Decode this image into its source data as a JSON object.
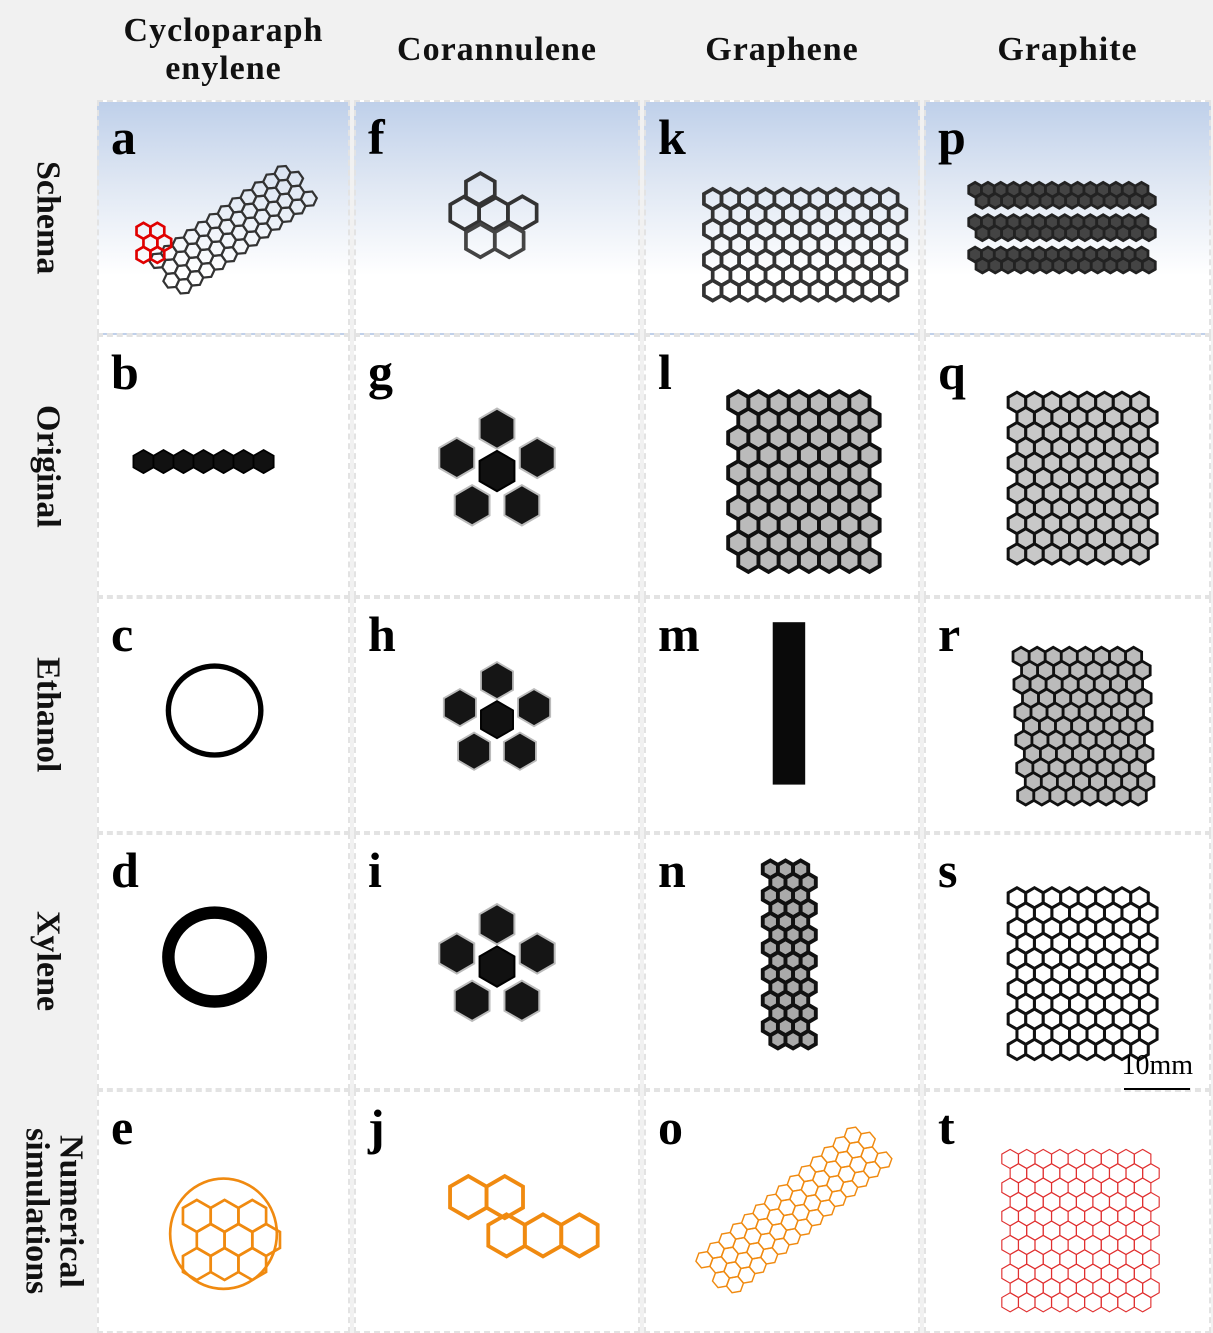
{
  "columns": [
    "Cycloparaph enylene",
    "Corannulene",
    "Graphene",
    "Graphite"
  ],
  "rows": [
    "Schema",
    "Original",
    "Ethanol",
    "Xylene",
    "Numerical simulations"
  ],
  "letters": [
    [
      "a",
      "f",
      "k",
      "p"
    ],
    [
      "b",
      "g",
      "l",
      "q"
    ],
    [
      "c",
      "h",
      "m",
      "r"
    ],
    [
      "d",
      "i",
      "n",
      "s"
    ],
    [
      "e",
      "j",
      "o",
      "t"
    ]
  ],
  "scale_bar": "10mm",
  "colors": {
    "schema_bg": "#bfd0ea",
    "sim_orange": "#f08a10",
    "sim_red": "#e03030",
    "highlight_red": "#e00000"
  }
}
